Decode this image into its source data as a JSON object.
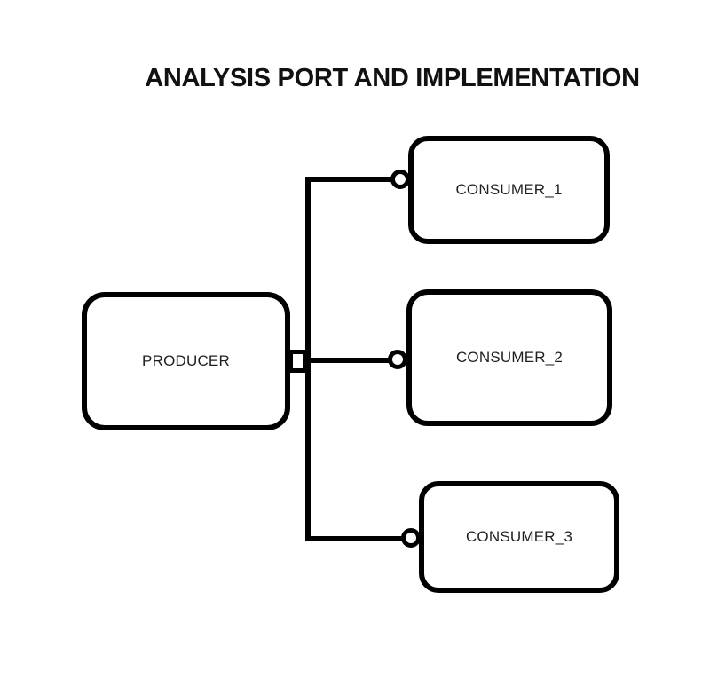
{
  "title": "ANALYSIS PORT AND IMPLEMENTATION",
  "diagram": {
    "producer": {
      "label": "PRODUCER",
      "port": "square-analysis-port"
    },
    "consumers": [
      {
        "label": "CONSUMER_1",
        "port": "circle-analysis-export"
      },
      {
        "label": "CONSUMER_2",
        "port": "circle-analysis-export"
      },
      {
        "label": "CONSUMER_3",
        "port": "circle-analysis-export"
      }
    ],
    "edges": [
      {
        "from": "PRODUCER",
        "to": "CONSUMER_1"
      },
      {
        "from": "PRODUCER",
        "to": "CONSUMER_2"
      },
      {
        "from": "PRODUCER",
        "to": "CONSUMER_3"
      }
    ],
    "colors": {
      "stroke": "#000000",
      "background": "#ffffff",
      "text": "#1f1f1f"
    }
  }
}
